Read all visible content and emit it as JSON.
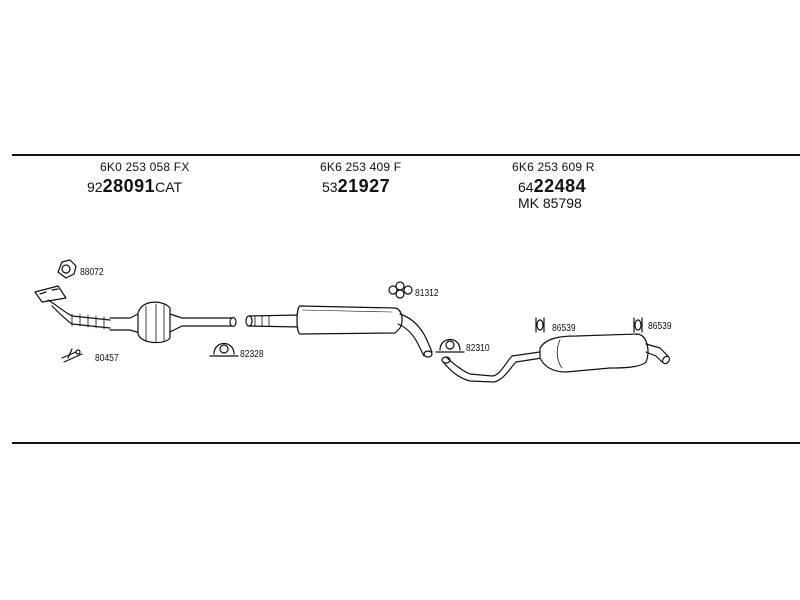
{
  "columns": [
    {
      "oem": "6K0 253 058 FX",
      "prefix": "92",
      "number": "28091",
      "suffix": "CAT"
    },
    {
      "oem": "6K6 253 409 F",
      "prefix": "53",
      "number": "21927",
      "suffix": ""
    },
    {
      "oem": "6K6 253 609 R",
      "prefix": "64",
      "number": "22484",
      "suffix": "",
      "extra": "MK  85798"
    }
  ],
  "parts": {
    "gasket_top": "88072",
    "bolts": "80457",
    "clamp_cat": "82328",
    "hanger_mid": "81312",
    "clamp_rear": "82310",
    "hanger_rear1": "86539",
    "hanger_rear2": "86539"
  }
}
